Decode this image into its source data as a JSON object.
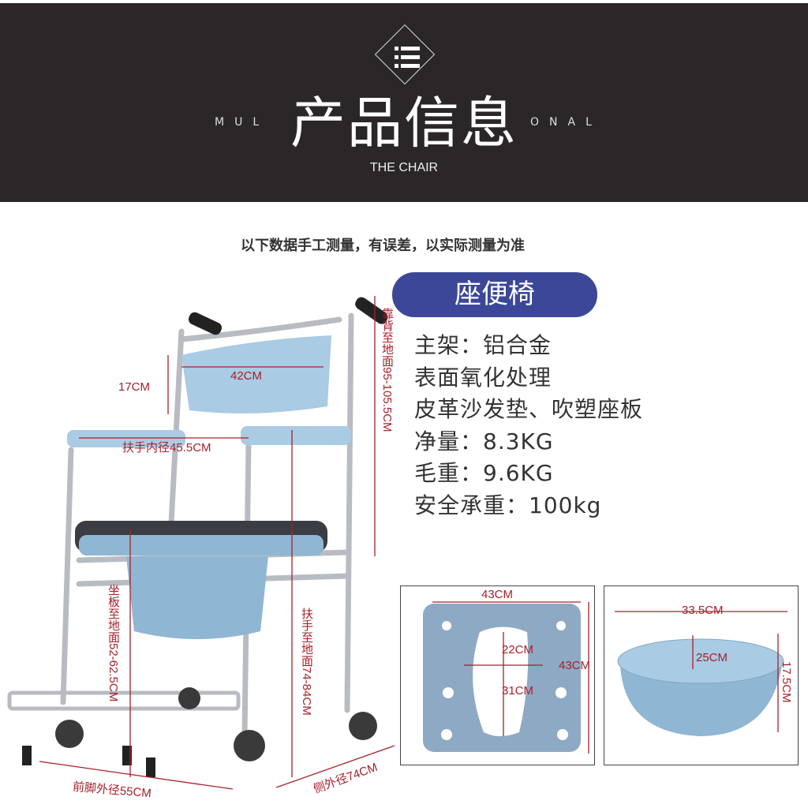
{
  "header": {
    "title": "产品信息",
    "side_left": "MUL",
    "side_right": "ONAL",
    "subtitle": "THE CHAIR",
    "icon": "list-icon"
  },
  "note": "以下数据手工测量，有误差，以实际测量为准",
  "badge": "座便椅",
  "specs": [
    "主架：铝合金",
    "表面氧化处理",
    "皮革沙发垫、吹塑座板",
    "净量：8.3KG",
    "毛重：9.6KG",
    "安全承重：100kg"
  ],
  "chair_dims": {
    "back_height": "17CM",
    "back_width": "42CM",
    "armrest_inner": "扶手内径45.5CM",
    "back_to_ground": "靠背至地面95-105.5CM",
    "seat_to_ground": "坐板至地面52-62.5CM",
    "armrest_to_ground": "扶手至地面74-84CM",
    "front_outer": "前脚外径55CM",
    "side_outer": "侧外径74CM"
  },
  "seat_plate": {
    "width": "43CM",
    "height": "43CM",
    "hole_width": "22CM",
    "hole_length": "31CM"
  },
  "bucket": {
    "width": "33.5CM",
    "depth": "25CM",
    "height": "17.5CM"
  },
  "colors": {
    "header": "#2b2729",
    "badge": "#3c4798",
    "dim": "#a8202a",
    "plastic": "#9fc4de"
  }
}
